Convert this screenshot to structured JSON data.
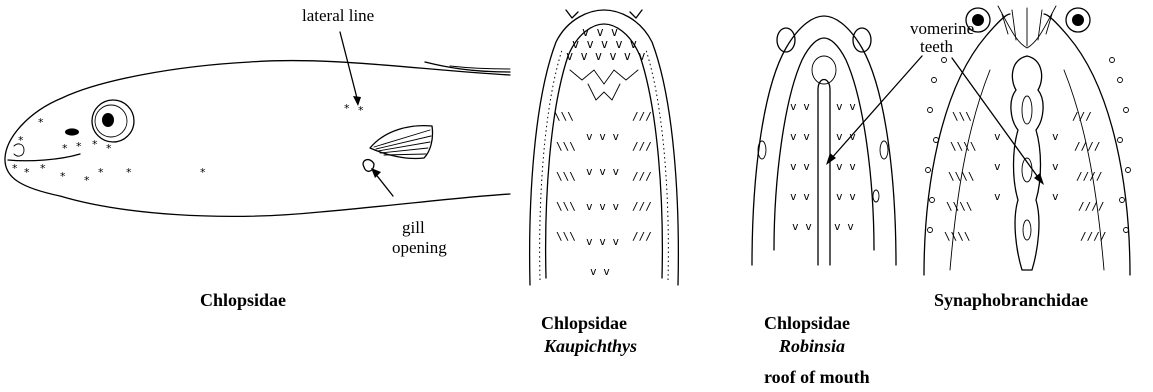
{
  "annotations": {
    "lateral_line": "lateral line",
    "gill_opening_line1": "gill",
    "gill_opening_line2": "opening",
    "vomerine_teeth_line1": "vomerine",
    "vomerine_teeth_line2": "teeth"
  },
  "captions": {
    "fig1": "Chlopsidae",
    "fig2_family": "Chlopsidae",
    "fig2_genus": "Kaupichthys",
    "fig3_family": "Chlopsidae",
    "fig3_genus": "Robinsia",
    "fig4": "Synaphobranchidae",
    "group_label": "roof of mouth"
  }
}
